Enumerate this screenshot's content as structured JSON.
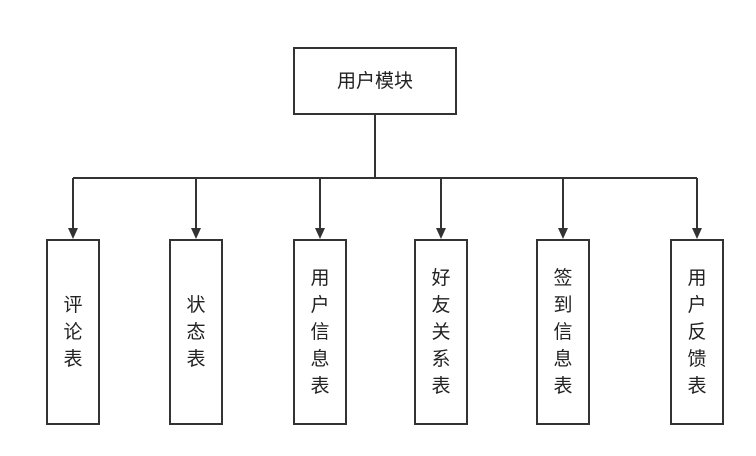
{
  "root": {
    "label": "用户模块"
  },
  "children": [
    {
      "id": "comment-table",
      "label": "评论表"
    },
    {
      "id": "status-table",
      "label": "状态表"
    },
    {
      "id": "user-info-table",
      "label": "用户信息表"
    },
    {
      "id": "friend-relation-table",
      "label": "好友关系表"
    },
    {
      "id": "checkin-info-table",
      "label": "签到信息表"
    },
    {
      "id": "user-feedback-table",
      "label": "用户反馈表"
    }
  ],
  "colors": {
    "stroke": "#333333",
    "text": "#222222",
    "background": "#ffffff"
  }
}
